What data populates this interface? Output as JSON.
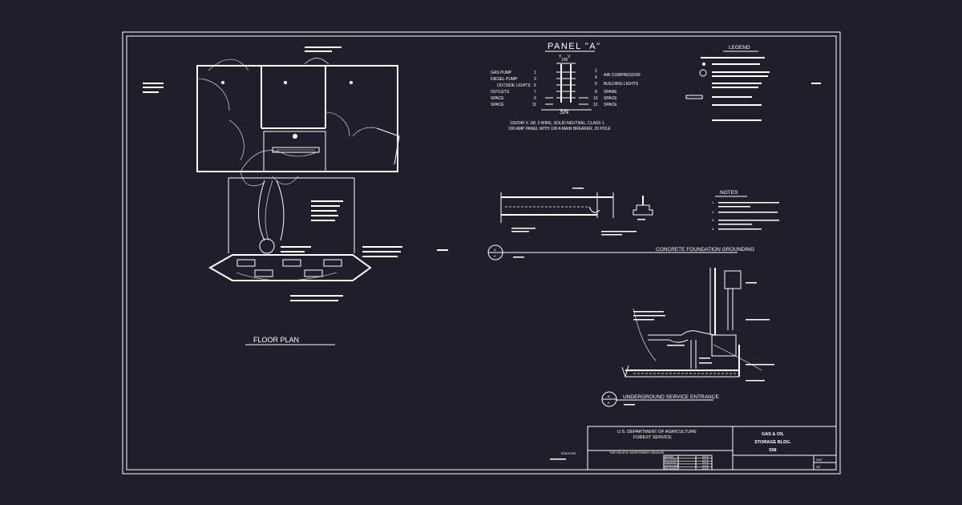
{
  "colors": {
    "background": "#1d1f2b",
    "line": "#ffffff"
  },
  "floor_plan": {
    "title": "FLOOR PLAN"
  },
  "panel": {
    "title": "PANEL \"A\"",
    "top_label_left": "Y",
    "top_label_right": "V",
    "top_amp": "100",
    "sn_label": "SN",
    "left_rows": [
      {
        "label": "GAS PUMP",
        "num": "1"
      },
      {
        "label": "DIESEL PUMP",
        "num": "3"
      },
      {
        "label": "OUTSIDE LIGHTS",
        "num": "5"
      },
      {
        "label": "OUTLETS",
        "num": "7"
      },
      {
        "label": "SPACE",
        "num": "9"
      },
      {
        "label": "SPACE",
        "num": "11"
      }
    ],
    "right_rows": [
      {
        "num": "2",
        "label": ""
      },
      {
        "num": "4",
        "label": "AIR COMPRESSOR"
      },
      {
        "num": "6",
        "label": "BUILDING LIGHTS"
      },
      {
        "num": "8",
        "label": "SPARE"
      },
      {
        "num": "10",
        "label": "SPACE"
      },
      {
        "num": "12",
        "label": "SPACE"
      }
    ],
    "spec_line1": "120/240 V, 1Ø, 3 WIRE, SOLID NEUTRAL, CLASS 1",
    "spec_line2": "100 AMP PANEL WITH 100 A MAIN BREAKER, 20 POLE"
  },
  "legend": {
    "title": "LEGEND"
  },
  "notes": {
    "title": "NOTES",
    "items": [
      "1.",
      "2.",
      "3.",
      "4."
    ]
  },
  "details": {
    "foundation_title": "CONCRETE FOUNDATION GROUNDING",
    "foundation_bubble_top": "A",
    "foundation_bubble_bottom": "E",
    "service_title": "UNDERGROUND SERVICE ENTRANCE",
    "service_bubble_top": "B",
    "service_bubble_bottom": "E"
  },
  "title_block": {
    "dept": "U.S. DEPARTMENT OF AGRICULTURE",
    "service": "FOREST SERVICE",
    "region": "THE PACIFIC NORTHWEST REGION",
    "roles": [
      "DRAWN",
      "DESIGNED",
      "CHECKED",
      "APPROVED",
      "REVIEWED"
    ],
    "role_date_label": "DATE",
    "project_line1": "GAS & OIL",
    "project_line2": "STORAGE BLDG.",
    "project_line3": "558",
    "sheet_label_top": "SHT",
    "sheet_label_bottom": "OF",
    "drawing_no": "E0010700"
  }
}
